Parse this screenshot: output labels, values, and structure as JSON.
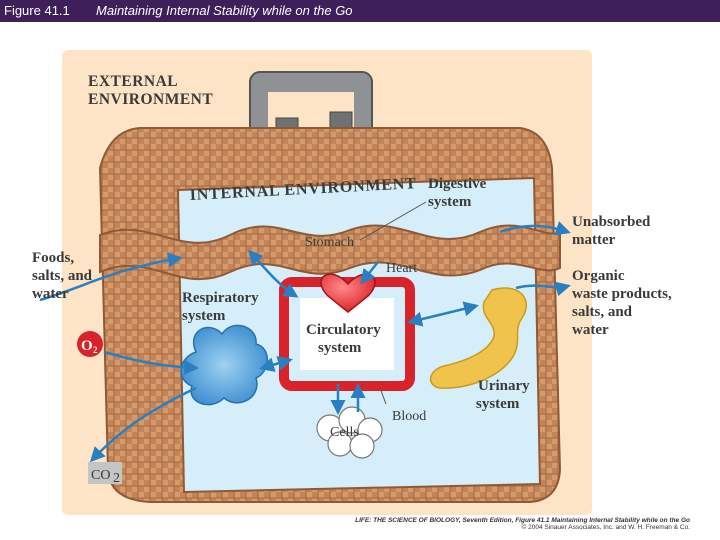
{
  "header": {
    "figure_number": "Figure 41.1",
    "figure_title": "Maintaining Internal Stability while on the Go"
  },
  "colors": {
    "title_bar": "#3f1f5a",
    "external_bg": "#fde4c6",
    "wicker": "#c88f63",
    "internal_bg": "#d6eefa",
    "circulatory": "#d9232a",
    "arrows": "#2a7fc1",
    "urinary": "#f0c34a"
  },
  "labels": {
    "external_line1": "EXTERNAL",
    "external_line2": "ENVIRONMENT",
    "internal": "INTERNAL ENVIRONMENT",
    "digestive_line1": "Digestive",
    "digestive_line2": "system",
    "stomach": "Stomach",
    "heart": "Heart",
    "respiratory_line1": "Respiratory",
    "respiratory_line2": "system",
    "circulatory_line1": "Circulatory",
    "circulatory_line2": "system",
    "cells": "Cells",
    "blood": "Blood",
    "urinary_line1": "Urinary",
    "urinary_line2": "system",
    "foods_line1": "Foods,",
    "foods_line2": "salts, and",
    "foods_line3": "water",
    "unabsorbed_line1": "Unabsorbed",
    "unabsorbed_line2": "matter",
    "organic_line1": "Organic",
    "organic_line2": "waste products,",
    "organic_line3": "salts, and",
    "organic_line4": "water",
    "o2": "O",
    "o2_sub": "2",
    "co2": "CO",
    "co2_sub": "2"
  },
  "credit": {
    "line1": "LIFE: THE SCIENCE OF BIOLOGY, Seventh Edition, Figure 41.1 Maintaining Internal Stability while on the Go",
    "line2": "© 2004 Sinauer Associates, Inc. and W. H. Freeman & Co."
  }
}
